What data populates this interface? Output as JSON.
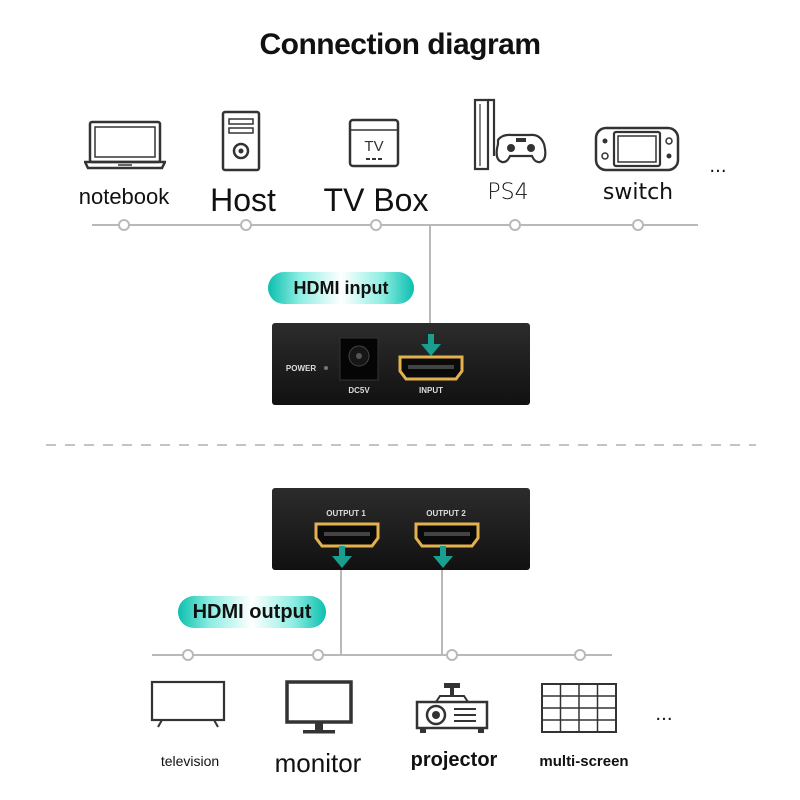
{
  "title": "Connection diagram",
  "sources": [
    {
      "label": "notebook",
      "icon": "laptop-icon"
    },
    {
      "label": "Host",
      "icon": "desktop-tower-icon"
    },
    {
      "label": "TV Box",
      "icon": "tv-box-icon"
    },
    {
      "label": "PS4",
      "icon": "ps4-console-icon"
    },
    {
      "label": "switch",
      "icon": "nintendo-switch-icon"
    }
  ],
  "sources_more": "...",
  "tv_box_icon_text": "TV",
  "input_pill": "HDMI input",
  "splitter_input": {
    "power_label": "POWER",
    "dc_label": "DC5V",
    "port_label": "INPUT"
  },
  "splitter_output": {
    "port1_label": "OUTPUT 1",
    "port2_label": "OUTPUT 2"
  },
  "output_pill": "HDMI output",
  "displays": [
    {
      "label": "television",
      "icon": "television-icon"
    },
    {
      "label": "monitor",
      "icon": "monitor-icon"
    },
    {
      "label": "projector",
      "icon": "projector-icon"
    },
    {
      "label": "multi-screen",
      "icon": "video-wall-icon"
    }
  ],
  "displays_more": "...",
  "colors": {
    "accent": "#0bbfae",
    "arrow": "#1a9e8f",
    "line": "#b9b9b9",
    "device": "#1a1a1a",
    "hdmi_gold": "#e3b24f"
  }
}
